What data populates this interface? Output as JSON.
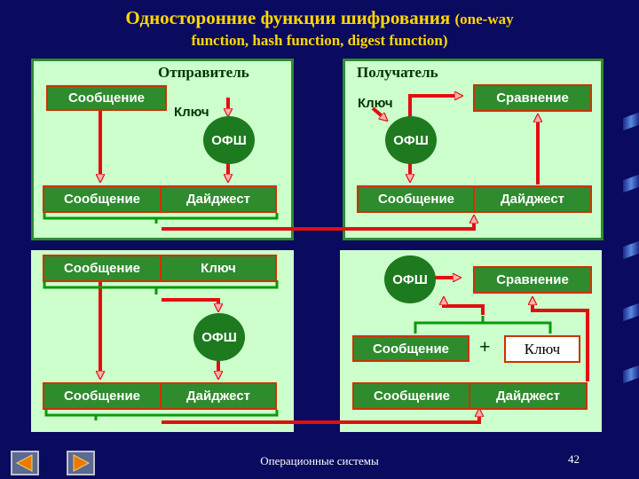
{
  "title": {
    "main": "Односторонние функции шифрования",
    "paren": "(one-way",
    "line2": "function, hash function, digest function)"
  },
  "panels": {
    "sender_label": "Отправитель",
    "receiver_label": "Получатель"
  },
  "labels": {
    "message": "Сообщение",
    "digest": "Дайджест",
    "key": "Ключ",
    "ofsh": "ОФШ",
    "compare": "Сравнение",
    "plus": "+"
  },
  "footer": {
    "text": "Операционные системы",
    "page": "42"
  },
  "colors": {
    "background": "#0a0a5e",
    "title": "#ffd700",
    "panel": "#ccffcc",
    "box": "#2e8b2e",
    "arrow": "#e01010"
  },
  "icons": [
    "prev-triangle-icon",
    "next-triangle-icon"
  ]
}
